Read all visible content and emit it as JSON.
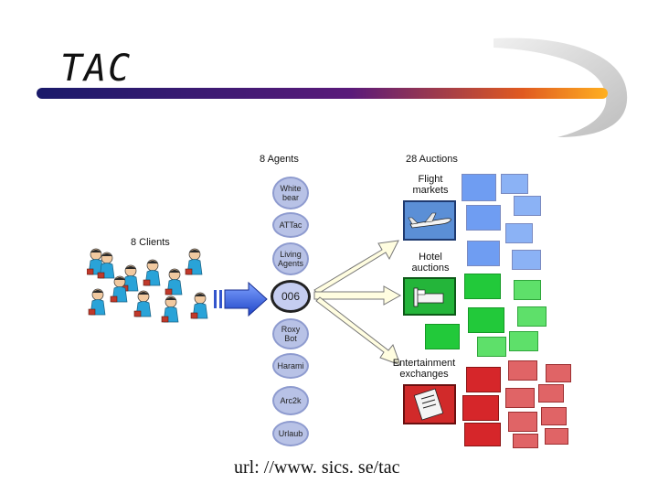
{
  "slide": {
    "title": "TAC",
    "url": "url: //www. sics. se/tac"
  },
  "diagram": {
    "clients_label": "8 Clients",
    "agents_label": "8  Agents",
    "auctions_label": "28 Auctions",
    "agents": [
      "White bear",
      "ATTac",
      "Living Agents",
      "006",
      "Roxy Bot",
      "Harami",
      "Arc2k",
      "Urlaub"
    ],
    "markets": {
      "flight": "Flight markets",
      "hotel": "Hotel auctions",
      "entertainment": "Entertainment exchanges"
    }
  },
  "colors": {
    "flight": "#6f9df2",
    "hotel": "#22c93a",
    "entertainment": "#d6262a",
    "agent_fill": "#b8c2e6"
  }
}
